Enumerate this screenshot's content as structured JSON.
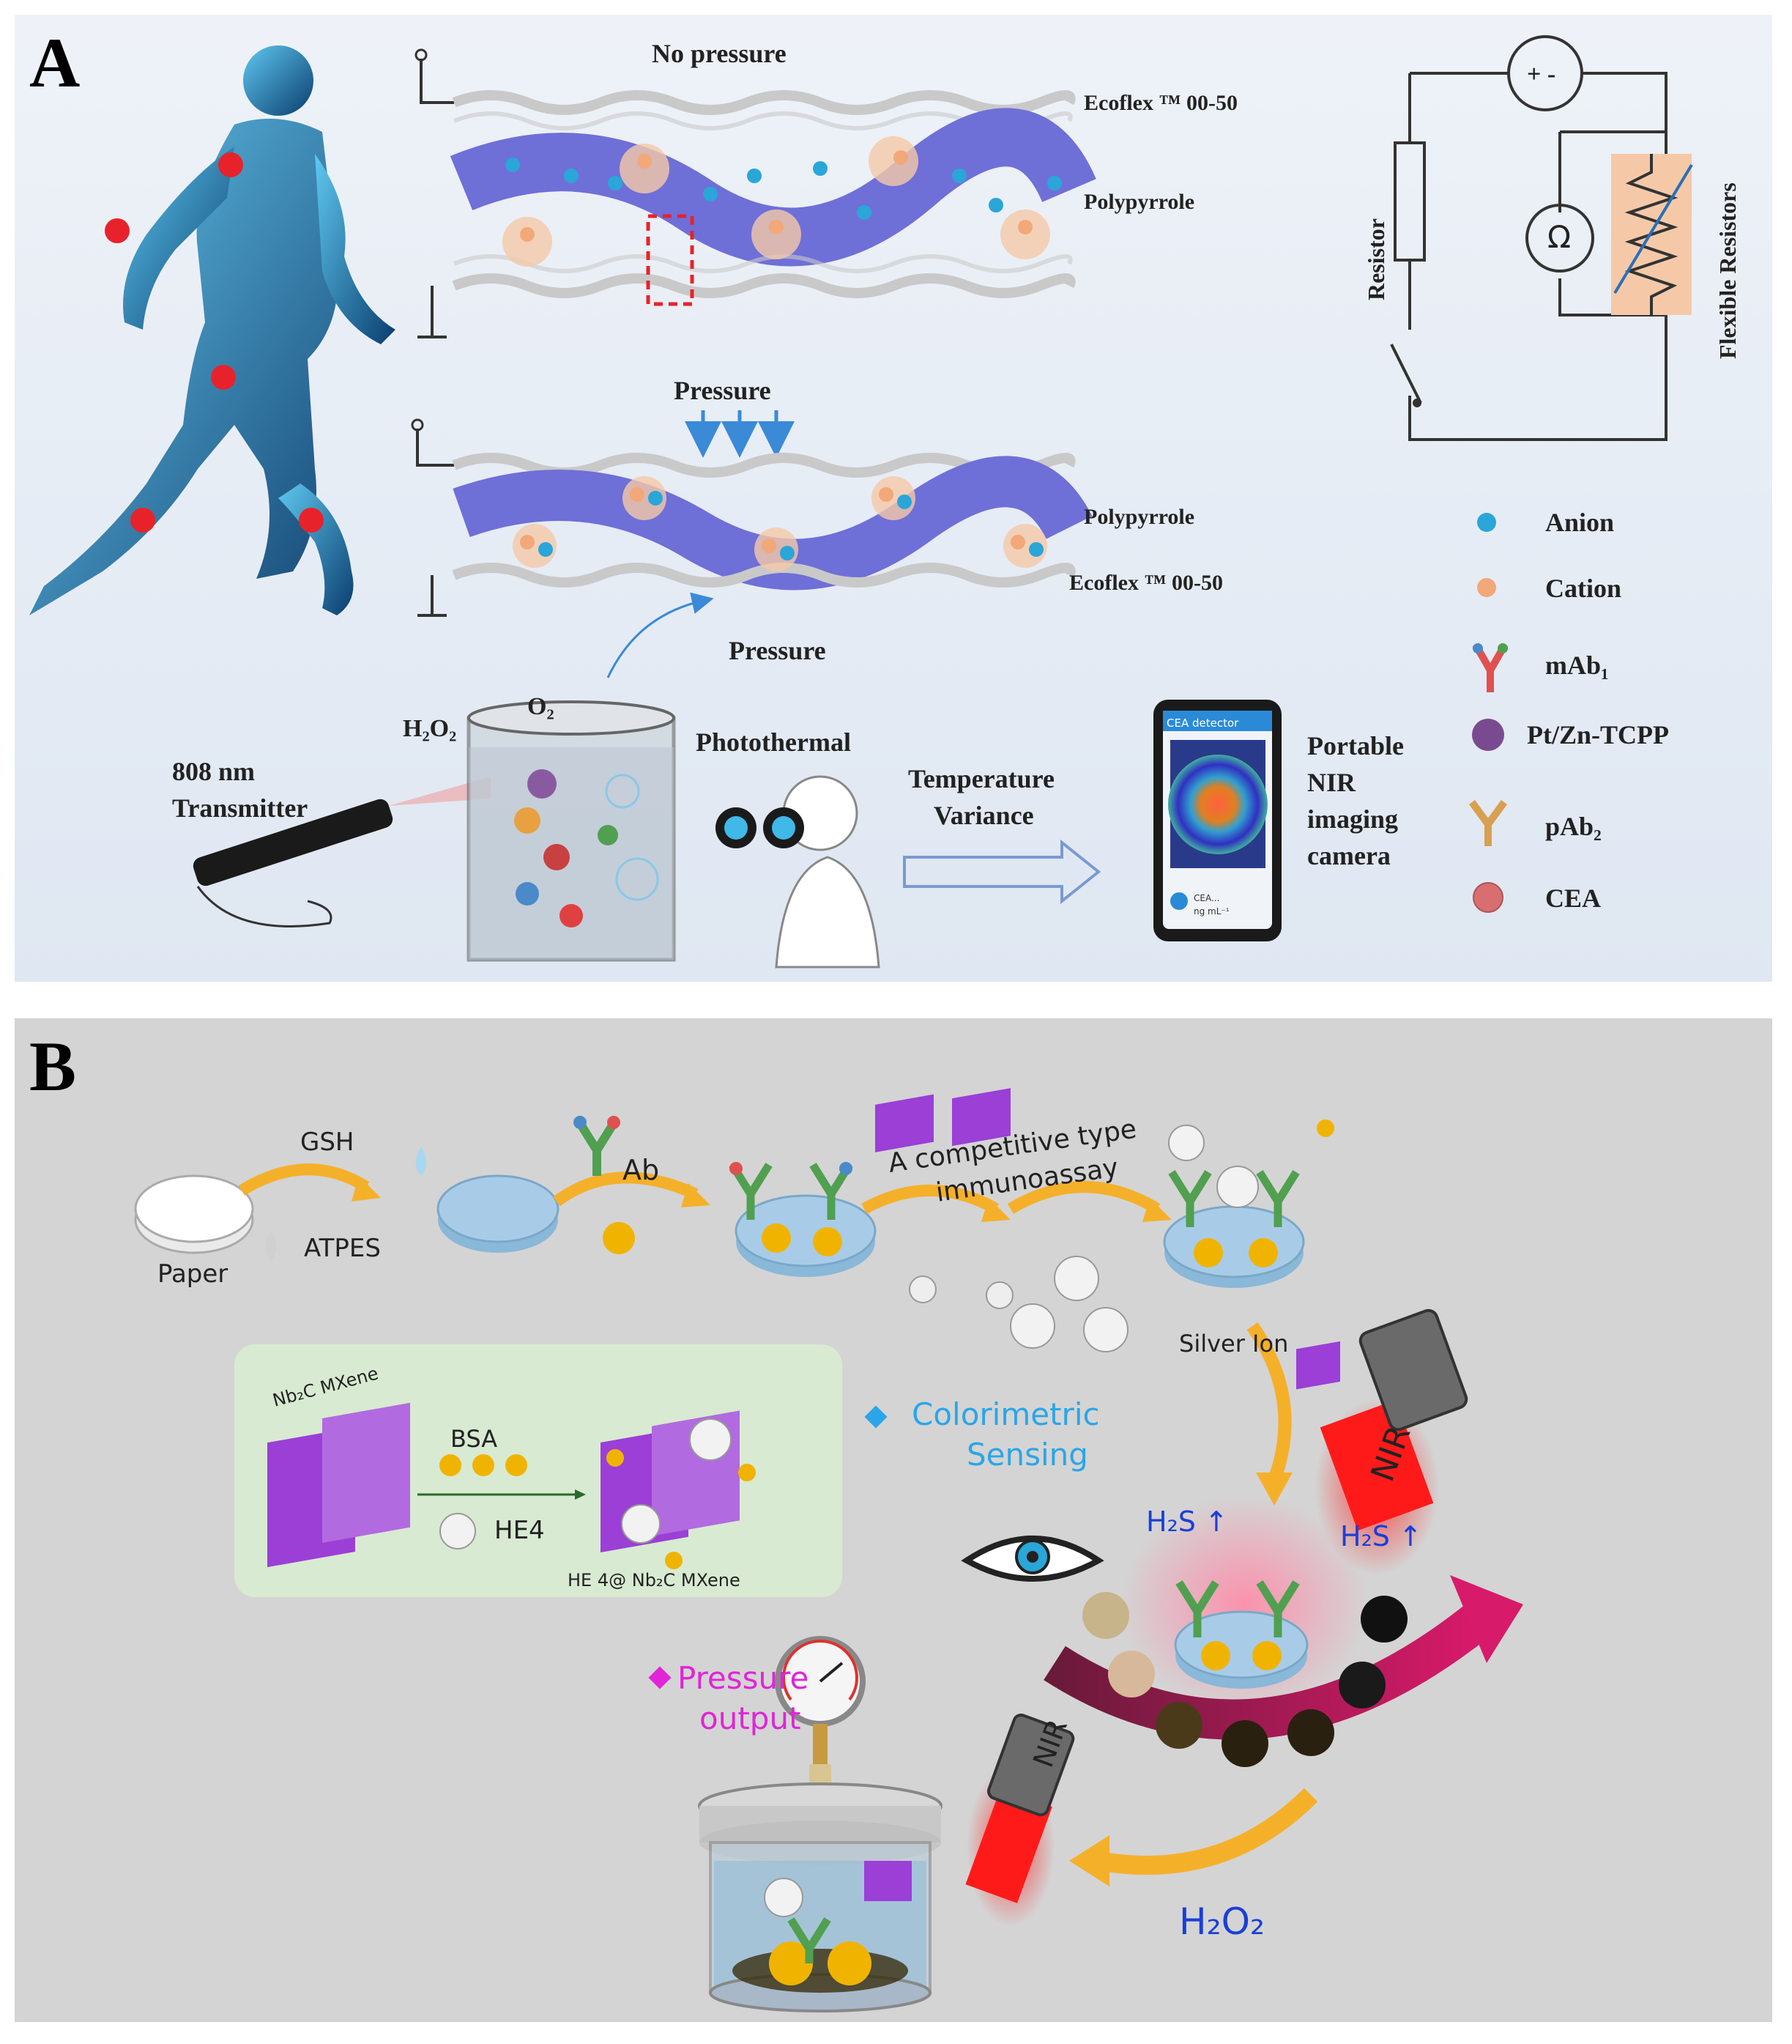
{
  "panel_a": {
    "label": "A",
    "no_pressure": "No pressure",
    "pressure_top": "Pressure",
    "pressure_mid": "Pressure",
    "ecoflex_top": "Ecoflex ™ 00-50",
    "ecoflex_bottom": "Ecoflex ™ 00-50",
    "polypyrrole_top": "Polypyrrole",
    "polypyrrole_bottom": "Polypyrrole",
    "resistor": "Resistor",
    "flexible_resistors": "Flexible Resistors",
    "ohm": "Ω",
    "plus_minus": "+ -",
    "transmitter_line1": "808 nm",
    "transmitter_line2": "Transmitter",
    "h2o2": "H₂O₂",
    "o2": "O₂",
    "photothermal": "Photothermal",
    "temperature_line1": "Temperature",
    "temperature_line2": "Variance",
    "camera_lines": [
      "Portable",
      "NIR",
      "imaging",
      "camera"
    ],
    "phone_header": "CEA detector",
    "phone_readout": "CEA...",
    "phone_unit": "ng mL⁻¹",
    "legend": [
      {
        "label": "Anion",
        "icon": "anion-icon"
      },
      {
        "label": "Cation",
        "icon": "cation-icon"
      },
      {
        "label": "mAb₁",
        "icon": "mab1-icon"
      },
      {
        "label": "Pt/Zn-TCPP",
        "icon": "ptzn-tcpp-icon"
      },
      {
        "label": "pAb₂",
        "icon": "pab2-icon"
      },
      {
        "label": "CEA",
        "icon": "cea-icon"
      }
    ]
  },
  "panel_b": {
    "label": "B",
    "gsh": "GSH",
    "atpes": "ATPES",
    "paper": "Paper",
    "ab": "Ab",
    "competitive_line1": "A competitive type",
    "competitive_line2": "immunoassay",
    "silver_ion": "Silver Ion",
    "nir_top": "NIR",
    "nir_bottom": "NIR",
    "nb2c": "Nb₂C MXene",
    "bsa": "BSA",
    "he4": "HE4",
    "he4_nb2c": "HE 4@ Nb₂C MXene",
    "colorimetric_line1": "Colorimetric",
    "colorimetric_line2": "Sensing",
    "h2s_left": "H₂S ↑",
    "h2s_right": "H₂S ↑",
    "pressure_line1": "Pressure",
    "pressure_line2": "output",
    "h2o2": "H₂O₂"
  },
  "colors": {
    "polypyrrole": "#6f6fd8",
    "ecoflex": "#c9c9c9",
    "anion": "#2aa6d8",
    "cation": "#f2a878",
    "red_dot": "#e8222a",
    "mxene": "#9b3fd6",
    "gold": "#f0b400",
    "arrow_orange": "#f5b02a",
    "colorimetric_blue": "#2aa6e8",
    "pressure_magenta": "#e025d8",
    "h2o2_blue": "#1a3fd8",
    "nir_red": "#ff2020"
  }
}
